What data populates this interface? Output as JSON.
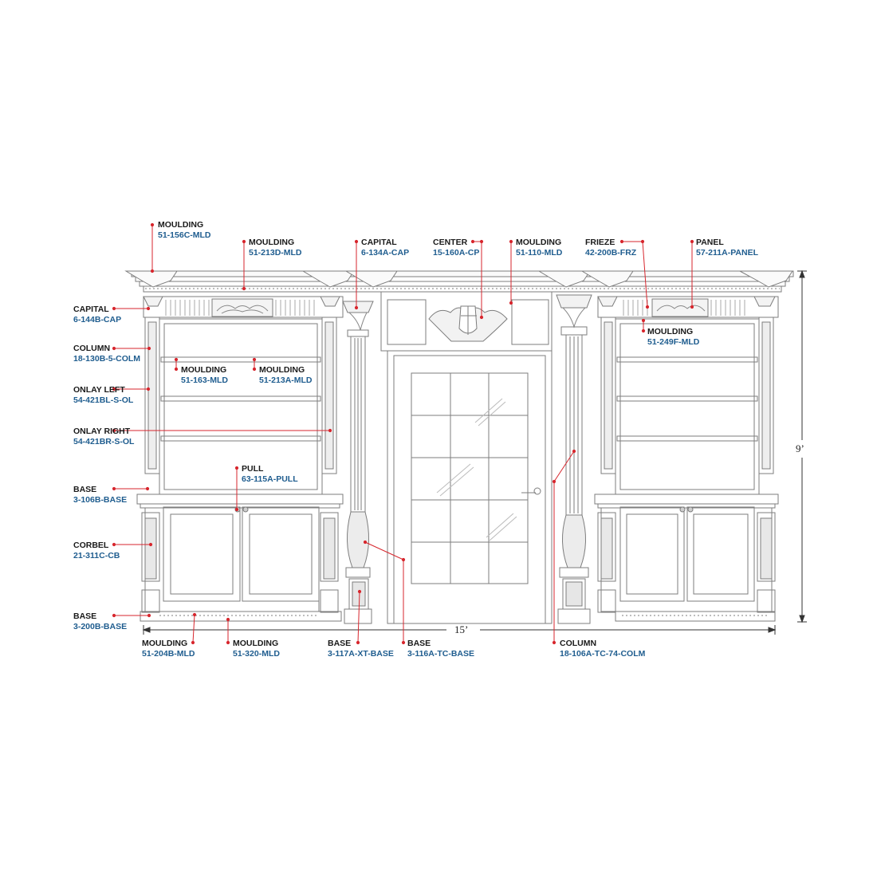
{
  "accent_line_color": "#d7262d",
  "name_color": "#1a1a1a",
  "code_color": "#1f5d8f",
  "drawing_color": "#7d7d7d",
  "dimensions": {
    "width": "15’",
    "height": "9’"
  },
  "callouts": [
    {
      "id": "c1",
      "name": "MOULDING",
      "code": "51-156C-MLD"
    },
    {
      "id": "c2",
      "name": "MOULDING",
      "code": "51-213D-MLD"
    },
    {
      "id": "c3",
      "name": "CAPITAL",
      "code": "6-134A-CAP"
    },
    {
      "id": "c4",
      "name": "CENTER",
      "code": "15-160A-CP"
    },
    {
      "id": "c5",
      "name": "MOULDING",
      "code": "51-110-MLD"
    },
    {
      "id": "c6",
      "name": "FRIEZE",
      "code": "42-200B-FRZ"
    },
    {
      "id": "c7",
      "name": "PANEL",
      "code": "57-211A-PANEL"
    },
    {
      "id": "c8",
      "name": "CAPITAL",
      "code": "6-144B-CAP"
    },
    {
      "id": "c9",
      "name": "COLUMN",
      "code": "18-130B-5-COLM"
    },
    {
      "id": "c10",
      "name": "MOULDING",
      "code": "51-163-MLD"
    },
    {
      "id": "c11",
      "name": "MOULDING",
      "code": "51-213A-MLD"
    },
    {
      "id": "c12",
      "name": "MOULDING",
      "code": "51-249F-MLD"
    },
    {
      "id": "c13",
      "name": "ONLAY LEFT",
      "code": "54-421BL-S-OL"
    },
    {
      "id": "c14",
      "name": "ONLAY RIGHT",
      "code": "54-421BR-S-OL"
    },
    {
      "id": "c15",
      "name": "PULL",
      "code": "63-115A-PULL"
    },
    {
      "id": "c16",
      "name": "BASE",
      "code": "3-106B-BASE"
    },
    {
      "id": "c17",
      "name": "CORBEL",
      "code": "21-311C-CB"
    },
    {
      "id": "c18",
      "name": "BASE",
      "code": "3-200B-BASE"
    },
    {
      "id": "c19",
      "name": "MOULDING",
      "code": "51-204B-MLD"
    },
    {
      "id": "c20",
      "name": "MOULDING",
      "code": "51-320-MLD"
    },
    {
      "id": "c21",
      "name": "BASE",
      "code": "3-117A-XT-BASE"
    },
    {
      "id": "c22",
      "name": "BASE",
      "code": "3-116A-TC-BASE"
    },
    {
      "id": "c23",
      "name": "COLUMN",
      "code": "18-106A-TC-74-COLM"
    }
  ]
}
